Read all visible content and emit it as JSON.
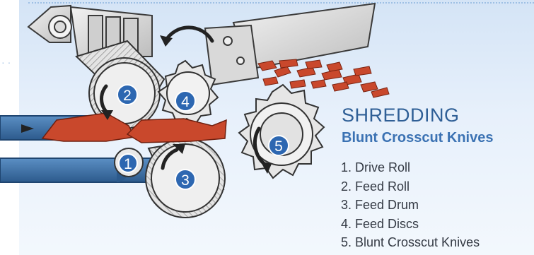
{
  "title": "SHREDDING",
  "subtitle": "Blunt Crosscut Knives",
  "components": [
    {
      "number": "1",
      "label": "1. Drive Roll"
    },
    {
      "number": "2",
      "label": "2. Feed Roll"
    },
    {
      "number": "3",
      "label": "3. Feed Drum"
    },
    {
      "number": "4",
      "label": "4. Feed Discs"
    },
    {
      "number": "5",
      "label": "5. Blunt Crosscut Knives"
    }
  ],
  "colors": {
    "title": "#2f5f96",
    "subtitle": "#3b72b3",
    "badge": "#2d67b1",
    "shred": "#c9482c",
    "belt": "#3a6fa5",
    "arrow": "#222222",
    "machine": "#d6d6d6"
  }
}
